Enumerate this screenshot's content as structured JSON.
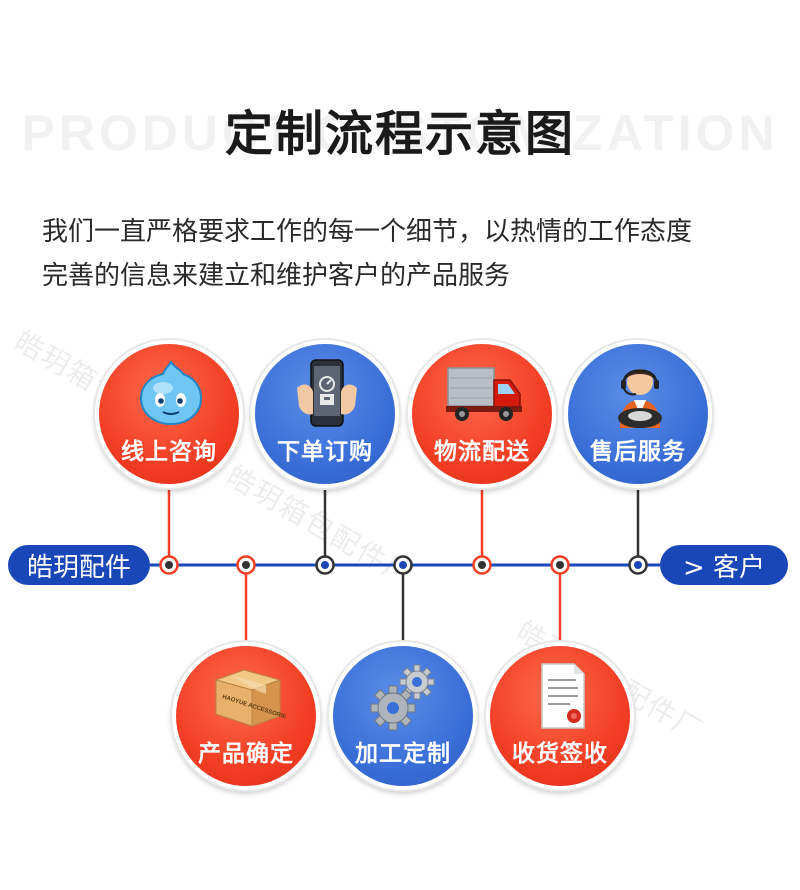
{
  "header": {
    "bg_word": "PRODUCT CUSTOMIZATION",
    "title": "定制流程示意图"
  },
  "intro": {
    "line1": "我们一直严格要求工作的每一个细节，以热情的工作态度",
    "line2": "完善的信息来建立和维护客户的产品服务"
  },
  "watermark": {
    "text_a": "皓玥箱包配件厂",
    "text_b": "皓玥箱包配件厂",
    "text_c": "皓玥箱包配件厂"
  },
  "timeline": {
    "start_label": "皓玥配件",
    "end_label": "> 客户",
    "line_color": "#1a47b8"
  },
  "colors": {
    "red": "#f23e24",
    "blue": "#3a6fd8",
    "dark": "#333333"
  },
  "steps_top": [
    {
      "label": "线上咨询",
      "color": "red",
      "icon": "chat-bot-icon"
    },
    {
      "label": "下单订购",
      "color": "blue",
      "icon": "phone-order-icon"
    },
    {
      "label": "物流配送",
      "color": "red",
      "icon": "delivery-truck-icon"
    },
    {
      "label": "售后服务",
      "color": "blue",
      "icon": "support-agent-icon"
    }
  ],
  "steps_bottom": [
    {
      "label": "产品确定",
      "color": "red",
      "icon": "product-box-icon",
      "box_text": "HAOYUE ACCESSORIES"
    },
    {
      "label": "加工定制",
      "color": "blue",
      "icon": "gears-icon"
    },
    {
      "label": "收货签收",
      "color": "red",
      "icon": "document-seal-icon"
    }
  ]
}
